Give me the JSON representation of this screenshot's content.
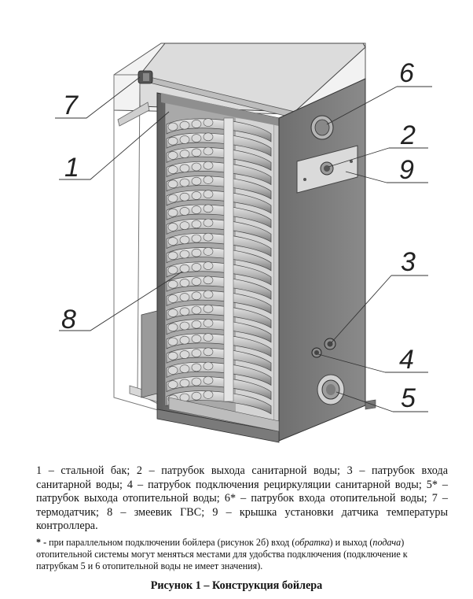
{
  "figure": {
    "callouts": [
      "7",
      "1",
      "8",
      "6",
      "2",
      "9",
      "3",
      "4",
      "5"
    ]
  },
  "caption": {
    "legend": "1 – стальной бак; 2 – патрубок выхода санитарной воды; 3 – патрубок входа санитарной воды; 4 – патрубок подключения рециркуляции санитарной воды; 5* – патрубок выхода отопительной воды; 6* – патрубок входа отопительной воды; 7 – термодатчик; 8 – змеевик ГВС; 9 – крышка установки датчика температуры контроллера.",
    "note_star": "* -",
    "note_a": " при параллельном подключении бойлера (рисунок 2б) вход (",
    "note_obratka": "обратка",
    "note_b": ") и выход (",
    "note_podacha": "подача",
    "note_c": ") отопительной системы могут меняться местами для удобства подключения (подключение к патрубкам 5 и 6 отопительной воды не имеет значения).",
    "title": "Рисунок 1 – Конструкция бойлера"
  }
}
